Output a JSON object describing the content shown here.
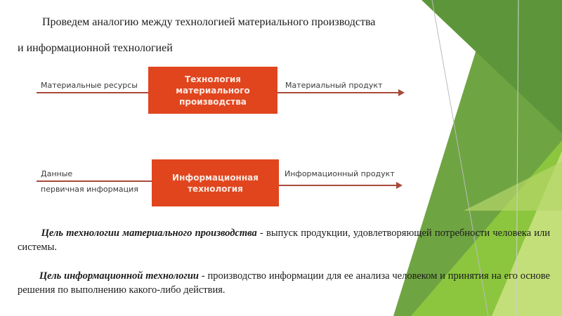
{
  "heading": {
    "line1": "Проведем аналогию между технологией материального производства",
    "line2": "и информационной технологией"
  },
  "diagram": {
    "top": {
      "input_label": "Материальные ресурсы",
      "box_lines": [
        "Технология",
        "материального",
        "производства"
      ],
      "output_label": "Материальный продукт"
    },
    "bottom": {
      "input_label_1": "Данные",
      "input_label_2": "первичная информация",
      "box_lines": [
        "Информационная",
        "технология"
      ],
      "output_label": "Информационный продукт"
    }
  },
  "paragraphs": [
    {
      "emphasis": "Цель технологии материального производства",
      "rest": " - выпуск продукции, удовлетворяющей потребности человека или системы."
    },
    {
      "emphasis": "Цель информационной технологии",
      "rest": " - производство информации для ее анализа человеком и принятия на его основе решения по выполнению какого-либо действия."
    }
  ],
  "colors": {
    "box": "#e0451e",
    "arrow": "#a84a3a",
    "green_dark": "#5f9a3a",
    "green_mid": "#8cc63e",
    "green_light": "#c6e07c"
  }
}
